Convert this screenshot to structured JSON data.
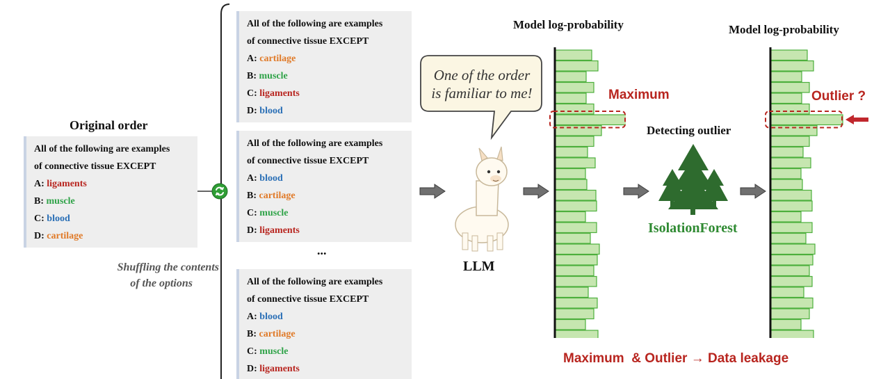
{
  "original": {
    "title": "Original order",
    "question_line1": "All of the following are examples",
    "question_line2": "of connective tissue EXCEPT",
    "options": [
      {
        "prefix": "A:",
        "text": "ligaments",
        "color": "#b8251f"
      },
      {
        "prefix": "B:",
        "text": "muscle",
        "color": "#2fa348"
      },
      {
        "prefix": "C:",
        "text": "blood",
        "color": "#2a6fb6"
      },
      {
        "prefix": "D:",
        "text": "cartilage",
        "color": "#e07a28"
      }
    ]
  },
  "shuffle_caption_line1": "Shuffling the contents",
  "shuffle_caption_line2": "of the options",
  "shuffled_cards": [
    {
      "question_line1": "All of the following are examples",
      "question_line2": "of connective tissue EXCEPT",
      "options": [
        {
          "prefix": "A:",
          "text": "cartilage",
          "color": "#e07a28"
        },
        {
          "prefix": "B:",
          "text": "muscle",
          "color": "#2fa348"
        },
        {
          "prefix": "C:",
          "text": "ligaments",
          "color": "#b8251f"
        },
        {
          "prefix": "D:",
          "text": "blood",
          "color": "#2a6fb6"
        }
      ]
    },
    {
      "question_line1": "All of the following are examples",
      "question_line2": "of connective tissue EXCEPT",
      "options": [
        {
          "prefix": "A:",
          "text": "blood",
          "color": "#2a6fb6"
        },
        {
          "prefix": "B:",
          "text": "cartilage",
          "color": "#e07a28"
        },
        {
          "prefix": "C:",
          "text": "muscle",
          "color": "#2fa348"
        },
        {
          "prefix": "D:",
          "text": "ligaments",
          "color": "#b8251f"
        }
      ]
    },
    {
      "question_line1": "All of the following are examples",
      "question_line2": "of connective tissue EXCEPT",
      "options": [
        {
          "prefix": "A:",
          "text": "blood",
          "color": "#2a6fb6"
        },
        {
          "prefix": "B:",
          "text": "cartilage",
          "color": "#e07a28"
        },
        {
          "prefix": "C:",
          "text": "muscle",
          "color": "#2fa348"
        },
        {
          "prefix": "D:",
          "text": "ligaments",
          "color": "#b8251f"
        }
      ]
    }
  ],
  "ellipsis": "...",
  "speech_bubble_line1": "One of the order",
  "speech_bubble_line2": "is familiar to me!",
  "llm_label": "LLM",
  "left_chart_title": "Model log-probability",
  "right_chart_title": "Model log-probability",
  "maximum_label": "Maximum",
  "outlier_label": "Outlier ?",
  "detecting_label": "Detecting outlier",
  "isolation_label": "IsolationForest",
  "bottom_caption": "Maximum  & Outlier → Data leakage",
  "colors": {
    "bar_fill": "#c6e6b0",
    "bar_stroke": "#4caf3c",
    "accent_red": "#b8251f",
    "tree_green": "#2e6b2e",
    "arrow_gray": "#707070"
  }
}
